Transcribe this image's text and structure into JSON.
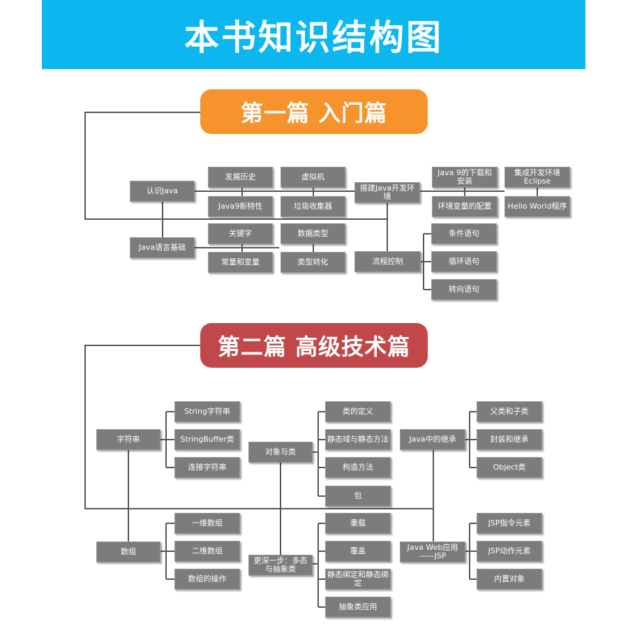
{
  "banner": {
    "title": "本书知识结构图"
  },
  "part1": {
    "title": "第一篇  入门篇",
    "know_java": "认识Java",
    "history": "发展历史",
    "vm": "虚拟机",
    "java9_features": "Java9新特性",
    "gc": "垃圾收集器",
    "basics": "Java语言基础",
    "keywords": "关键字",
    "data_types": "数据类型",
    "const_var": "常量和变量",
    "type_conv": "类型转化",
    "env_setup": "搭建Java开发环境",
    "download": "Java 9的下载和安装",
    "ide": "集成开发环境Eclipse",
    "env_config": "环境变量的配置",
    "hello": "Hello World程序",
    "flow": "流程控制",
    "cond": "条件语句",
    "loop": "循环语句",
    "jump": "转向语句"
  },
  "part2": {
    "title": "第二篇  高级技术篇",
    "string": "字符串",
    "string_str": "String字符串",
    "string_buffer": "StringBuffer类",
    "concat": "连接字符串",
    "obj_class": "对象与类",
    "class_def": "类的定义",
    "static_field": "静态域与静态方法",
    "constructor": "构造方法",
    "package": "包",
    "inherit": "Java中的继承",
    "parent_child": "父类和子类",
    "encap": "封装和继承",
    "object_class": "Object类",
    "array": "数组",
    "arr_1d": "一维数组",
    "arr_2d": "二维数组",
    "arr_ops": "数组的操作",
    "poly": "更深一步：多态与抽象类",
    "overload": "重载",
    "override": "覆盖",
    "binding": "静态绑定和静态绑定",
    "abstract_app": "抽象类应用",
    "web": "Java Web应用——JSP",
    "jsp_directive": "JSP指令元素",
    "jsp_action": "JSP动作元素",
    "implicit_obj": "内置对象"
  },
  "colors": {
    "banner": "#0cb6ee",
    "part1_title": "#f7932c",
    "part2_title": "#c0484a",
    "box": "#7c7c7c",
    "line": "#555555"
  }
}
